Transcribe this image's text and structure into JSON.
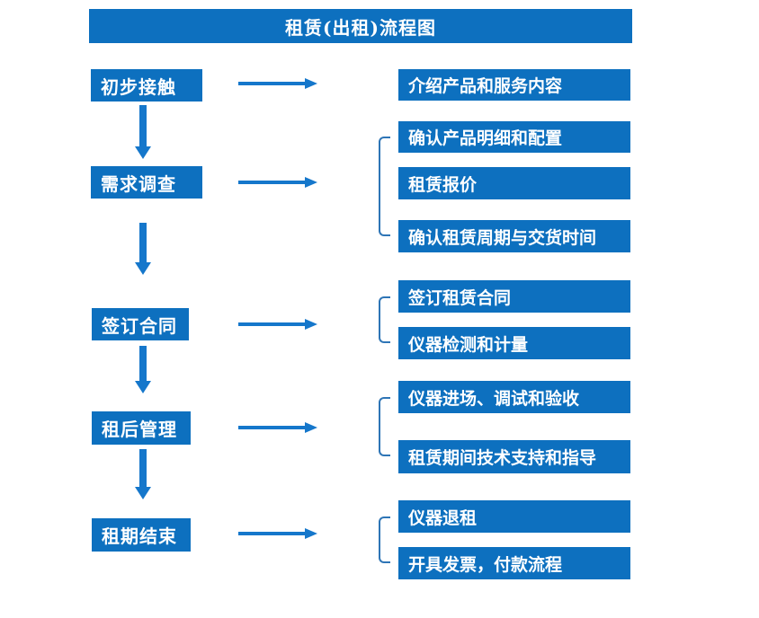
{
  "title": "租赁(出租)流程图",
  "colors": {
    "box_blue": "#0d70bf",
    "arrow_blue": "#1577cb",
    "bracket_blue": "#2e75b6",
    "text": "#ffffff",
    "background": "#ffffff"
  },
  "stages": [
    {
      "label": "初步接触",
      "details": [
        "介绍产品和服务内容"
      ]
    },
    {
      "label": "需求调查",
      "details": [
        "确认产品明细和配置",
        "租赁报价",
        "确认租赁周期与交货时间"
      ]
    },
    {
      "label": "签订合同",
      "details": [
        "签订租赁合同",
        "仪器检测和计量"
      ]
    },
    {
      "label": "租后管理",
      "details": [
        "仪器进场、调试和验收",
        "租赁期间技术支持和指导"
      ]
    },
    {
      "label": "租期结束",
      "details": [
        "仪器退租",
        "开具发票，付款流程"
      ]
    }
  ]
}
